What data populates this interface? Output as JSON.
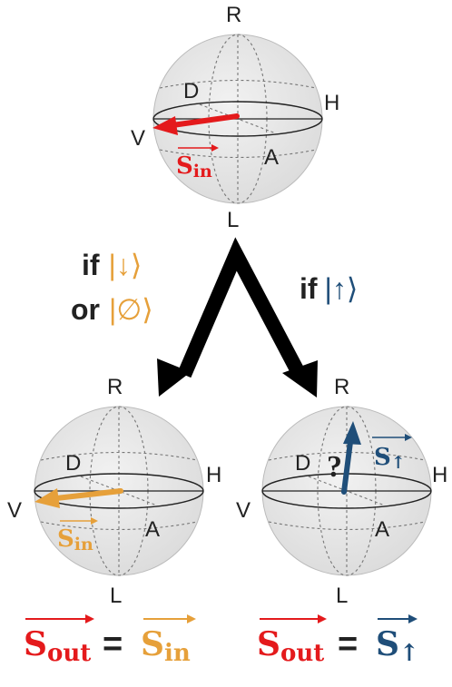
{
  "colors": {
    "red": "#e41a1c",
    "orange": "#e6a03a",
    "navy": "#1f4e79",
    "black": "#000000",
    "sphere_fill": "#e6e6e6",
    "grid_stroke": "#777777"
  },
  "top_sphere": {
    "labels": {
      "R": "R",
      "L": "L",
      "H": "H",
      "V": "V",
      "D": "D",
      "A": "A"
    },
    "vector_label": {
      "base": "S",
      "sub": "in"
    }
  },
  "branches": {
    "left_condition": {
      "if": "if",
      "ket_down": "|↓⟩",
      "or": "or",
      "ket_empty": "|∅⟩"
    },
    "right_condition": {
      "if": "if",
      "ket_up": "|↑⟩"
    }
  },
  "left_sphere": {
    "labels": {
      "R": "R",
      "L": "L",
      "H": "H",
      "V": "V",
      "D": "D",
      "A": "A"
    },
    "vector_label": {
      "base": "S",
      "sub": "in"
    }
  },
  "right_sphere": {
    "labels": {
      "R": "R",
      "L": "L",
      "H": "H",
      "V": "V",
      "D": "D",
      "A": "A"
    },
    "question_mark": "?",
    "vector_label": {
      "base": "S",
      "sub": "↑"
    }
  },
  "equations": {
    "left": {
      "lhs_base": "S",
      "lhs_sub": "out",
      "equals": "=",
      "rhs_base": "S",
      "rhs_sub": "in"
    },
    "right": {
      "lhs_base": "S",
      "lhs_sub": "out",
      "equals": "=",
      "rhs_base": "S",
      "rhs_sub": "↑"
    }
  }
}
